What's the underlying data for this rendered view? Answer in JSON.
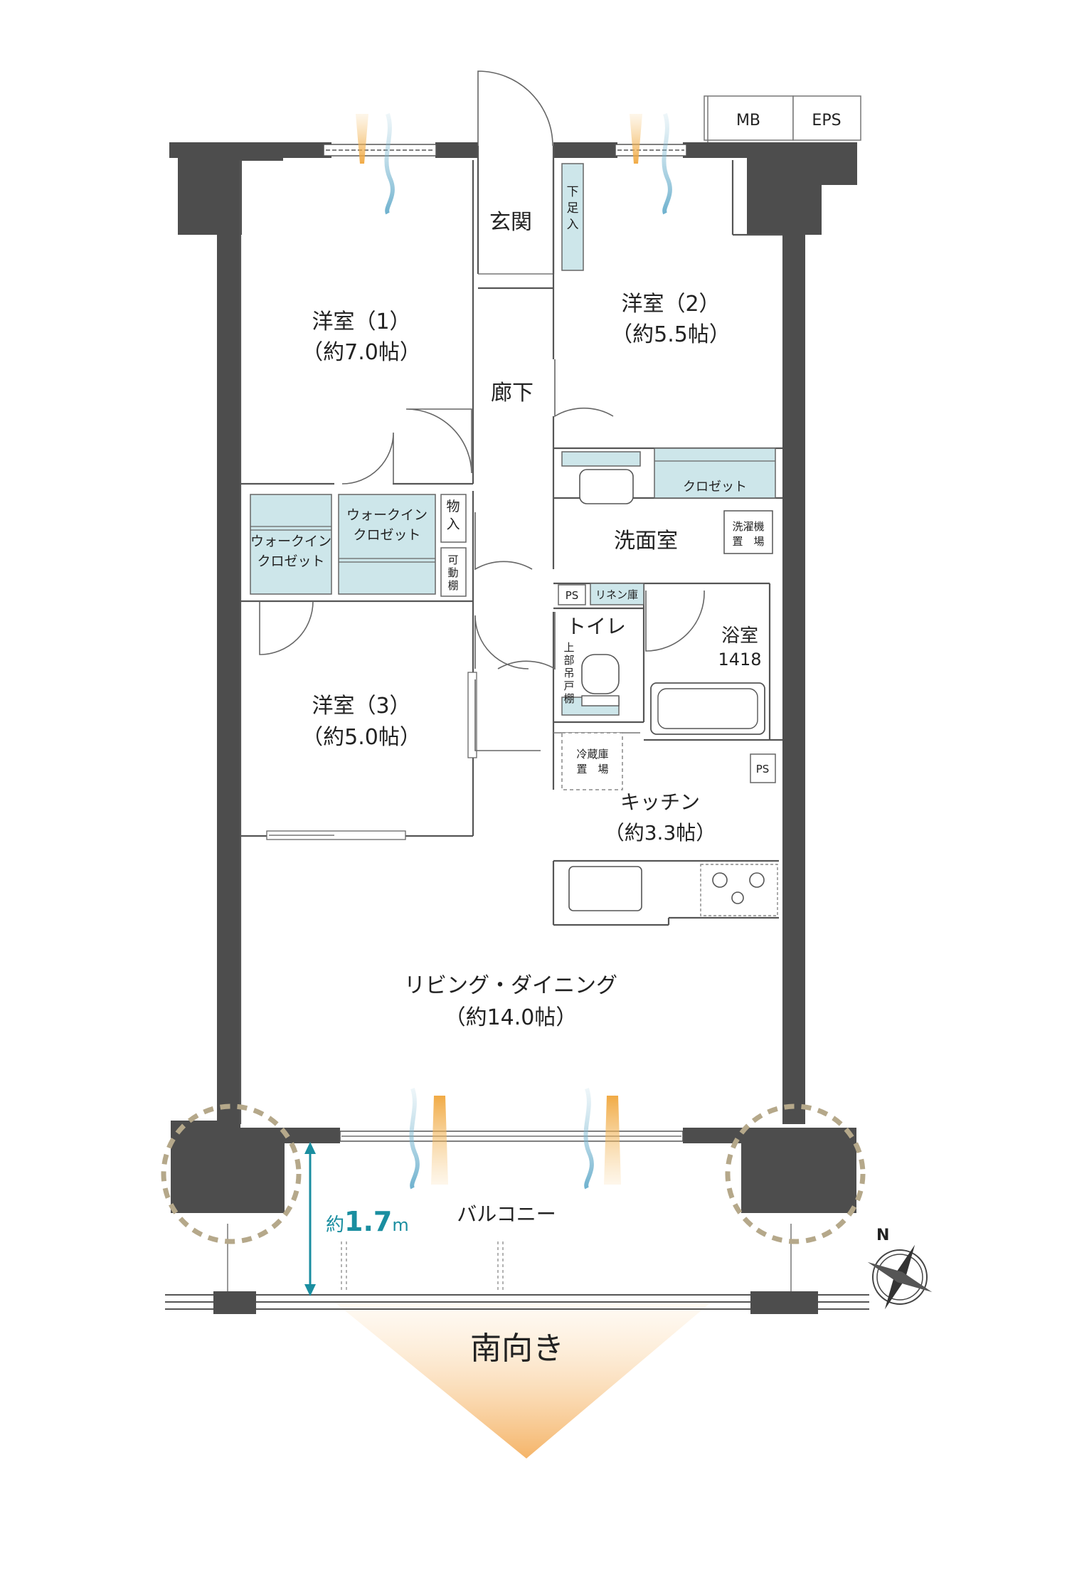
{
  "rooms": {
    "western1": {
      "name": "洋室（1）",
      "size": "（約7.0帖）"
    },
    "western2": {
      "name": "洋室（2）",
      "size": "（約5.5帖）"
    },
    "western3": {
      "name": "洋室（3）",
      "size": "（約5.0帖）"
    },
    "entrance": "玄関",
    "shoebox": [
      "下",
      "足",
      "入"
    ],
    "hallway": "廊下",
    "wic_left": [
      "ウォークイン",
      "クロゼット"
    ],
    "wic_right": [
      "ウォークイン",
      "クロゼット"
    ],
    "storage": [
      "物",
      "入"
    ],
    "movable_shelf": [
      "可",
      "動",
      "棚"
    ],
    "closet2": "クロゼット",
    "washroom": "洗面室",
    "washer": [
      "洗濯機",
      "置　場"
    ],
    "linen": "リネン庫",
    "ps": "PS",
    "toilet": "トイレ",
    "upper_shelf": [
      "上",
      "部",
      "吊",
      "戸",
      "棚"
    ],
    "bath": {
      "name": "浴室",
      "size": "1418"
    },
    "fridge": [
      "冷蔵庫",
      "置　場"
    ],
    "kitchen": {
      "name": "キッチン",
      "size": "（約3.3帖）"
    },
    "living": {
      "name": "リビング・ダイニング",
      "size": "（約14.0帖）"
    },
    "balcony": "バルコニー"
  },
  "utility": {
    "mb": "MB",
    "eps": "EPS"
  },
  "dimension": {
    "prefix": "約",
    "value": "1.7",
    "unit": "m"
  },
  "orientation": {
    "label": "南向き",
    "compass": "N"
  },
  "colors": {
    "wall": "#4d4d4d",
    "closet": "#cde6ea",
    "accent": "#1a8ea0",
    "sun": "#f0b25a",
    "wind": "#8fc3d8",
    "highlight": "#b5a88a"
  }
}
